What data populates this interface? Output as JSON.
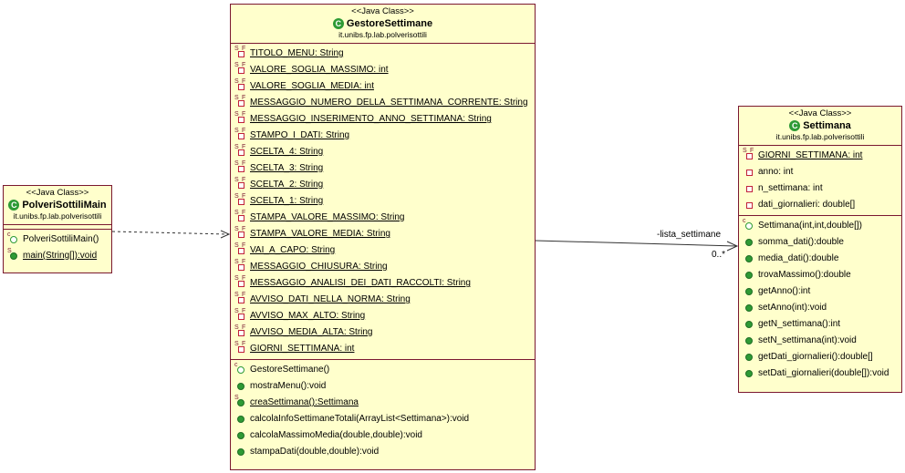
{
  "classes": {
    "main": {
      "stereotype": "<<Java Class>>",
      "name": "PolveriSottiliMain",
      "package": "it.unibs.fp.lab.polverisottili",
      "methods": [
        {
          "text": "PolveriSottiliMain()",
          "icon": "constructor",
          "mods": [
            "c"
          ],
          "underline": false
        },
        {
          "text": "main(String[]):void",
          "icon": "public",
          "mods": [
            "S"
          ],
          "underline": true
        }
      ]
    },
    "gestore": {
      "stereotype": "<<Java Class>>",
      "name": "GestoreSettimane",
      "package": "it.unibs.fp.lab.polverisottili",
      "attributes": [
        {
          "text": "TITOLO_MENU: String",
          "icon": "private",
          "mods": [
            "S",
            "F"
          ],
          "underline": true
        },
        {
          "text": "VALORE_SOGLIA_MASSIMO: int",
          "icon": "private",
          "mods": [
            "S",
            "F"
          ],
          "underline": true
        },
        {
          "text": "VALORE_SOGLIA_MEDIA: int",
          "icon": "private",
          "mods": [
            "S",
            "F"
          ],
          "underline": true
        },
        {
          "text": "MESSAGGIO_NUMERO_DELLA_SETTIMANA_CORRENTE: String",
          "icon": "private",
          "mods": [
            "S",
            "F"
          ],
          "underline": true
        },
        {
          "text": "MESSAGGIO_INSERIMENTO_ANNO_SETTIMANA: String",
          "icon": "private",
          "mods": [
            "S",
            "F"
          ],
          "underline": true
        },
        {
          "text": "STAMPO_I_DATI: String",
          "icon": "private",
          "mods": [
            "S",
            "F"
          ],
          "underline": true
        },
        {
          "text": "SCELTA_4: String",
          "icon": "private",
          "mods": [
            "S",
            "F"
          ],
          "underline": true
        },
        {
          "text": "SCELTA_3: String",
          "icon": "private",
          "mods": [
            "S",
            "F"
          ],
          "underline": true
        },
        {
          "text": "SCELTA_2: String",
          "icon": "private",
          "mods": [
            "S",
            "F"
          ],
          "underline": true
        },
        {
          "text": "SCELTA_1: String",
          "icon": "private",
          "mods": [
            "S",
            "F"
          ],
          "underline": true
        },
        {
          "text": "STAMPA_VALORE_MASSIMO: String",
          "icon": "private",
          "mods": [
            "S",
            "F"
          ],
          "underline": true
        },
        {
          "text": "STAMPA_VALORE_MEDIA: String",
          "icon": "private",
          "mods": [
            "S",
            "F"
          ],
          "underline": true
        },
        {
          "text": "VAI_A_CAPO: String",
          "icon": "private",
          "mods": [
            "S",
            "F"
          ],
          "underline": true
        },
        {
          "text": "MESSAGGIO_CHIUSURA: String",
          "icon": "private",
          "mods": [
            "S",
            "F"
          ],
          "underline": true
        },
        {
          "text": "MESSAGGIO_ANALISI_DEI_DATI_RACCOLTI: String",
          "icon": "private",
          "mods": [
            "S",
            "F"
          ],
          "underline": true
        },
        {
          "text": "AVVISO_DATI_NELLA_NORMA: String",
          "icon": "private",
          "mods": [
            "S",
            "F"
          ],
          "underline": true
        },
        {
          "text": "AVVISO_MAX_ALTO: String",
          "icon": "private",
          "mods": [
            "S",
            "F"
          ],
          "underline": true
        },
        {
          "text": "AVVISO_MEDIA_ALTA: String",
          "icon": "private",
          "mods": [
            "S",
            "F"
          ],
          "underline": true
        },
        {
          "text": "GIORNI_SETTIMANA: int",
          "icon": "private",
          "mods": [
            "S",
            "F"
          ],
          "underline": true
        }
      ],
      "methods": [
        {
          "text": "GestoreSettimane()",
          "icon": "constructor",
          "mods": [
            "c"
          ],
          "underline": false
        },
        {
          "text": "mostraMenu():void",
          "icon": "public",
          "mods": [],
          "underline": false
        },
        {
          "text": "creaSettimana():Settimana",
          "icon": "public",
          "mods": [
            "S"
          ],
          "underline": true
        },
        {
          "text": "calcolaInfoSettimaneTotali(ArrayList<Settimana>):void",
          "icon": "public",
          "mods": [],
          "underline": false
        },
        {
          "text": "calcolaMassimoMedia(double,double):void",
          "icon": "public",
          "mods": [],
          "underline": false
        },
        {
          "text": "stampaDati(double,double):void",
          "icon": "public",
          "mods": [],
          "underline": false
        }
      ]
    },
    "settimana": {
      "stereotype": "<<Java Class>>",
      "name": "Settimana",
      "package": "it.unibs.fp.lab.polverisottili",
      "attributes": [
        {
          "text": "GIORNI_SETTIMANA: int",
          "icon": "private",
          "mods": [
            "S",
            "F"
          ],
          "underline": true
        },
        {
          "text": "anno: int",
          "icon": "private",
          "mods": [],
          "underline": false
        },
        {
          "text": "n_settimana: int",
          "icon": "private",
          "mods": [],
          "underline": false
        },
        {
          "text": "dati_giornalieri: double[]",
          "icon": "private",
          "mods": [],
          "underline": false
        }
      ],
      "methods": [
        {
          "text": "Settimana(int,int,double[])",
          "icon": "constructor",
          "mods": [
            "c"
          ],
          "underline": false
        },
        {
          "text": "somma_dati():double",
          "icon": "public",
          "mods": [],
          "underline": false
        },
        {
          "text": "media_dati():double",
          "icon": "public",
          "mods": [],
          "underline": false
        },
        {
          "text": "trovaMassimo():double",
          "icon": "public",
          "mods": [],
          "underline": false
        },
        {
          "text": "getAnno():int",
          "icon": "public",
          "mods": [],
          "underline": false
        },
        {
          "text": "setAnno(int):void",
          "icon": "public",
          "mods": [],
          "underline": false
        },
        {
          "text": "getN_settimana():int",
          "icon": "public",
          "mods": [],
          "underline": false
        },
        {
          "text": "setN_settimana(int):void",
          "icon": "public",
          "mods": [],
          "underline": false
        },
        {
          "text": "getDati_giornalieri():double[]",
          "icon": "public",
          "mods": [],
          "underline": false
        },
        {
          "text": "setDati_giornalieri(double[]):void",
          "icon": "public",
          "mods": [],
          "underline": false
        }
      ]
    }
  },
  "association": {
    "role": "-lista_settimane",
    "multiplicity": "0..*"
  },
  "colors": {
    "box_fill": "#ffffcc",
    "box_border": "#7a1830",
    "public_icon": "#2e9a35",
    "private_icon": "#c0203a"
  }
}
